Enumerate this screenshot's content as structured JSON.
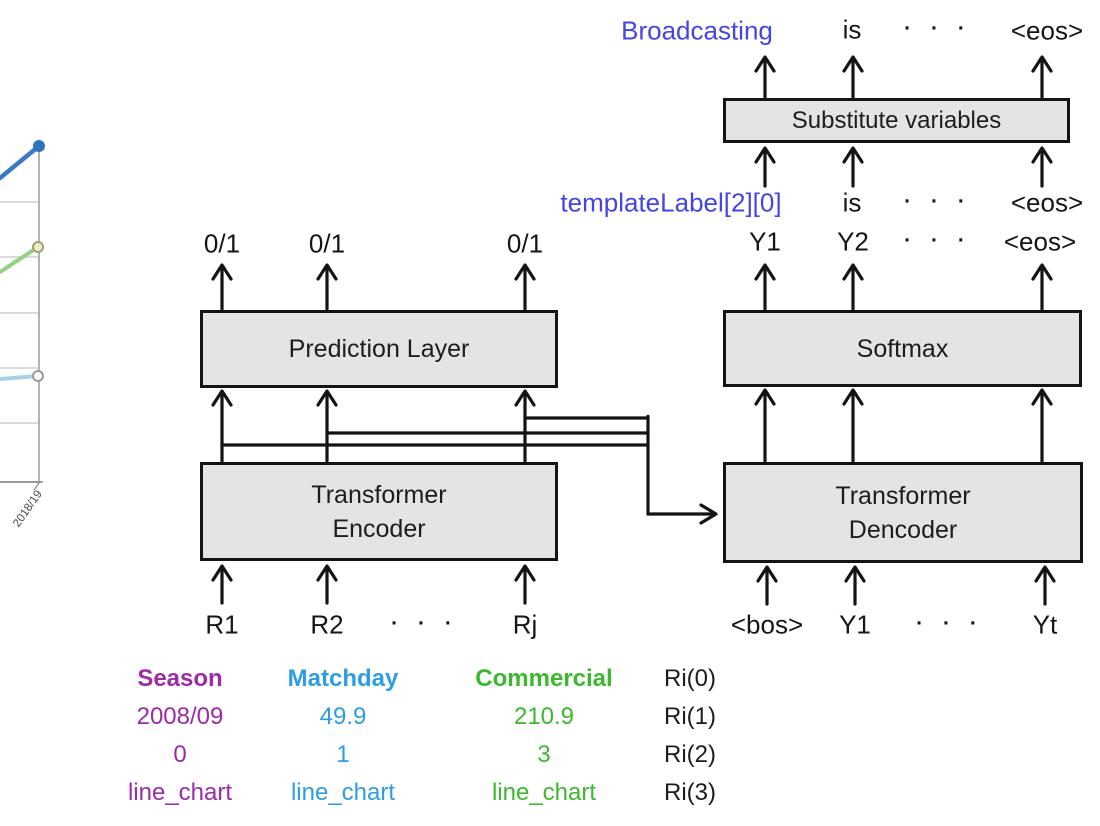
{
  "palette": {
    "token_blue": "#4545e6",
    "season_purple": "#9b2ca6",
    "matchday_blue": "#2d9de4",
    "commercial_green": "#3cb82e",
    "box_fill": "#e4e4e4",
    "wire_black": "#141414",
    "mini_chart_blue": "#3a7cc4",
    "mini_chart_green": "#93d182",
    "mini_chart_lightblue": "#aacfe9"
  },
  "mini_chart": {
    "x_tick_label": "2018/19"
  },
  "output_row": {
    "token": "Broadcasting",
    "is": "is",
    "dots": "· · ·",
    "eos": "<eos>"
  },
  "substitute_box": {
    "label": "Substitute variables"
  },
  "template_row": {
    "token": "templateLabel[2][0]",
    "is": "is",
    "dots": "· · ·",
    "eos": "<eos>"
  },
  "softmax_out_row": {
    "y1": "Y1",
    "y2": "Y2",
    "dots": "· · ·",
    "eos": "<eos>"
  },
  "prediction_out_row": {
    "o1": "0/1",
    "o2": "0/1",
    "o3": "0/1"
  },
  "blocks": {
    "prediction": "Prediction Layer",
    "encoder": {
      "line1": "Transformer",
      "line2": "Encoder"
    },
    "softmax": "Softmax",
    "decoder": {
      "line1": "Transformer",
      "line2": "Dencoder"
    }
  },
  "encoder_in_row": {
    "r1": "R1",
    "r2": "R2",
    "dots": "· · ·",
    "rj": "Rj"
  },
  "decoder_in_row": {
    "bos": "<bos>",
    "y1": "Y1",
    "dots": "· · ·",
    "yt": "Yt"
  },
  "record_table": {
    "columns": [
      {
        "name": "Season",
        "color": "#9b2ca6",
        "values": [
          "2008/09",
          "0",
          "line_chart"
        ]
      },
      {
        "name": "Matchday",
        "color": "#2d9de4",
        "values": [
          "49.9",
          "1",
          "line_chart"
        ]
      },
      {
        "name": "Commercial",
        "color": "#3cb82e",
        "values": [
          "210.9",
          "3",
          "line_chart"
        ]
      }
    ],
    "row_labels": [
      "Ri(0)",
      "Ri(1)",
      "Ri(2)",
      "Ri(3)"
    ]
  }
}
